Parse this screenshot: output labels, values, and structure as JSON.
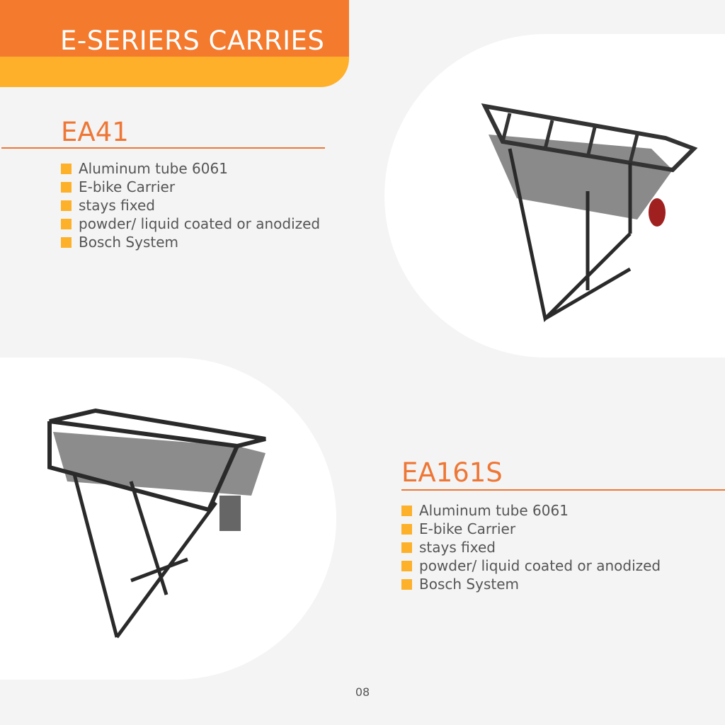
{
  "header": {
    "title": "E-SERIERS CARRIES"
  },
  "products": [
    {
      "model": "EA41",
      "features": [
        "Aluminum tube 6061",
        "E-bike Carrier",
        "stays fixed",
        "powder/ liquid coated or anodized",
        "Bosch System"
      ]
    },
    {
      "model": "EA161S",
      "features": [
        "Aluminum tube 6061",
        "E-bike Carrier",
        "stays fixed",
        "powder/ liquid coated or anodized",
        "Bosch System"
      ]
    }
  ],
  "page_number": "08",
  "colors": {
    "orange": "#f47a2e",
    "yellow": "#feb02a",
    "background": "#f4f4f4"
  }
}
